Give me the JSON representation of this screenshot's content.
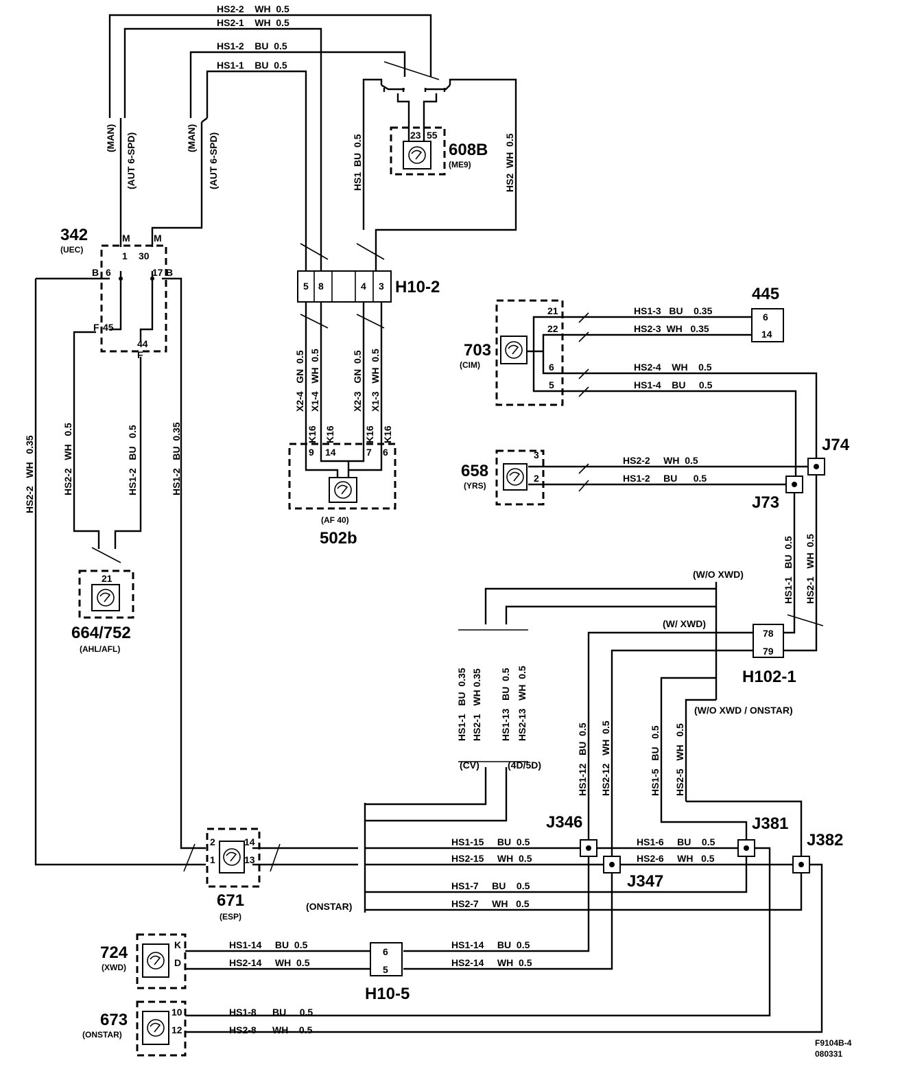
{
  "components": {
    "c342": {
      "id": "342",
      "sub": "(UEC)"
    },
    "c608b": {
      "id": "608B",
      "sub": "(ME9)"
    },
    "c703": {
      "id": "703",
      "sub": "(CIM)"
    },
    "c445": {
      "id": "445"
    },
    "c658": {
      "id": "658",
      "sub": "(YRS)"
    },
    "c502b": {
      "id": "502b",
      "sub": "(AF 40)"
    },
    "c664": {
      "id": "664/752",
      "sub": "(AHL/AFL)"
    },
    "c671": {
      "id": "671",
      "sub": "(ESP)"
    },
    "c724": {
      "id": "724",
      "sub": "(XWD)"
    },
    "c673": {
      "id": "673",
      "sub": "(ONSTAR)"
    }
  },
  "connectors": {
    "h10_2": "H10-2",
    "h102_1": "H102-1",
    "h10_5": "H10-5",
    "j74": "J74",
    "j73": "J73",
    "j346": "J346",
    "j347": "J347",
    "j381": "J381",
    "j382": "J382"
  },
  "pins": {
    "p342_1": "1",
    "p342_30": "30",
    "p342_6": "6",
    "p342_17": "17",
    "p342_45": "45",
    "p342_44": "44",
    "p342_m1": "M",
    "p342_m2": "M",
    "p342_b1": "B",
    "p342_b2": "B",
    "p342_f1": "F",
    "p342_f2": "F",
    "p608_23": "23",
    "p608_55": "55",
    "h10_2_5": "5",
    "h10_2_8": "8",
    "h10_2_4": "4",
    "h10_2_3": "3",
    "p502_9": "9",
    "p502_14": "14",
    "p502_7": "7",
    "p502_6": "6",
    "p703_21": "21",
    "p703_22": "22",
    "p703_6": "6",
    "p703_5": "5",
    "p445_6": "6",
    "p445_14": "14",
    "p658_3": "3",
    "p658_2": "2",
    "p664_21": "21",
    "h102_78": "78",
    "h102_79": "79",
    "p671_2": "2",
    "p671_1": "1",
    "p671_14": "14",
    "p671_13": "13",
    "p724_k": "K",
    "p724_d": "D",
    "h10_5_6": "6",
    "h10_5_5": "5",
    "p673_10": "10",
    "p673_12": "12"
  },
  "wire_labels": {
    "top_hs2_2": "HS2-2    WH  0.5",
    "top_hs2_1": "HS2-1    WH  0.5",
    "top_hs1_2": "HS1-2    BU  0.5",
    "top_hs1_1": "HS1-1    BU  0.5",
    "v_man1": "(MAN)",
    "v_aut1": "(AUT 6-SPD)",
    "v_man2": "(MAN)",
    "v_aut2": "(AUT 6-SPD)",
    "v_hs1bu": "HS1  BU  0.5",
    "v_hs2wh": "HS2  WH  0.5",
    "v_x24": "X2-4   GN  0.5",
    "v_x14": "X1-4   WH  0.5",
    "v_x23": "X2-3   GN  0.5",
    "v_x13": "X1-3   WH  0.5",
    "k16": "K16",
    "v_left1": "HS2-2   WH   0.35",
    "v_left2": "HS2-2   WH   0.5",
    "v_left3": "HS1-2   BU   0.5",
    "v_left4": "HS1-2   BU  0.35",
    "cim_hs1_3": "HS1-3   BU    0.35",
    "cim_hs2_3": "HS2-3  WH   0.35",
    "cim_hs2_4": "HS2-4    WH    0.5",
    "cim_hs1_4": "HS1-4    BU     0.5",
    "yrs_hs2_2": "HS2-2     WH  0.5",
    "yrs_hs1_2": "HS1-2     BU      0.5",
    "v_j73_hs1": "HS1-1   BU  0.5",
    "v_j73_hs2": "HS2-1   WH  0.5",
    "wo_xwd": "(W/O XWD)",
    "w_xwd": "(W/ XWD)",
    "wo_xwd_onstar": "(W/O XWD / ONSTAR)",
    "v_hs1_1": "HS1-1   BU  0.35",
    "v_hs2_1": "HS2-1   WH 0.35",
    "v_hs1_13": "HS1-13   BU  0.5",
    "v_hs2_13": "HS2-13   WH  0.5",
    "cv": "(CV)",
    "d45": "(4D/5D)",
    "v_hs1_12": "HS1-12   BU  0.5",
    "v_hs2_12": "HS2-12   WH  0.5",
    "v_hs1_5": "HS1-5   BU   0.5",
    "v_hs2_5": "HS2-5   WH   0.5",
    "esp_hs1_15": "HS1-15     BU  0.5",
    "esp_hs2_15": "HS2-15     WH  0.5",
    "hs1_6": "HS1-6     BU    0.5",
    "hs2_6": "HS2-6     WH   0.5",
    "hs1_7": "HS1-7     BU    0.5",
    "hs2_7": "HS2-7     WH   0.5",
    "onstar": "(ONSTAR)",
    "xwd_hs1_14a": "HS1-14     BU  0.5",
    "xwd_hs2_14a": "HS2-14     WH  0.5",
    "xwd_hs1_14b": "HS1-14     BU  0.5",
    "xwd_hs2_14b": "HS2-14     WH  0.5",
    "on_hs1_8": "HS1-8      BU     0.5",
    "on_hs2_8": "HS2-8      WH    0.5"
  },
  "footer": {
    "code": "F9104B-4",
    "date": "080331"
  }
}
